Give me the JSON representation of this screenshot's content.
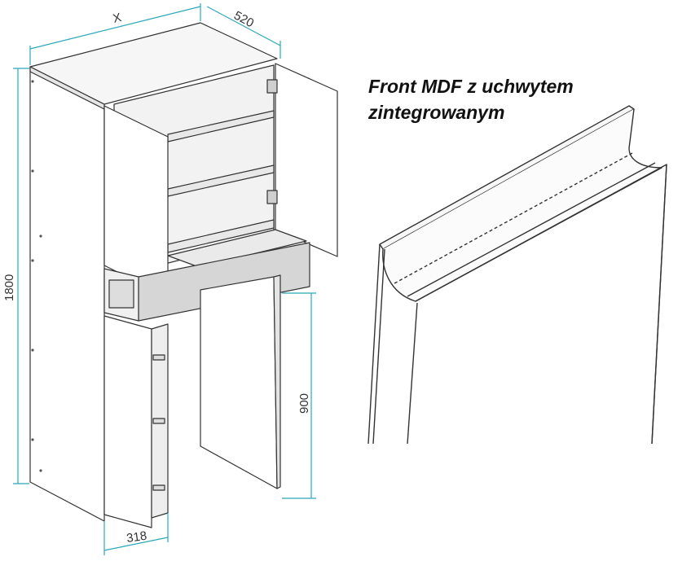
{
  "dimensions": {
    "width": "X",
    "depth": "520",
    "height": "1800",
    "lower_height": "900",
    "lower_depth": "318"
  },
  "caption": {
    "line1": "Front MDF z uchwytem",
    "line2": "zintegrowanym"
  },
  "colors": {
    "dimension_line": "#2aa9b8",
    "outline": "#333333",
    "panel_face": "#ffffff",
    "panel_side": "#e9e9e9",
    "drawer_front": "#d4d4d4"
  }
}
